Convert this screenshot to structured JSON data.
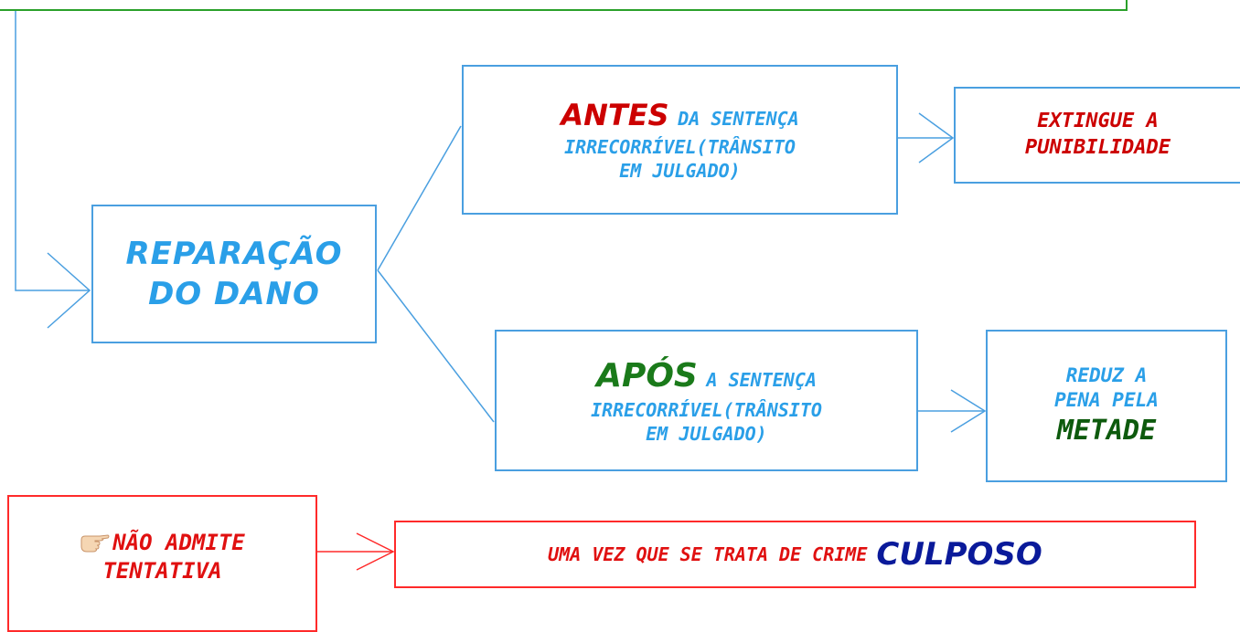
{
  "reparacao": {
    "line1": "REPARAÇÃO",
    "line2": "DO DANO"
  },
  "antes": {
    "highlight": "ANTES",
    "rest": "DA SENTENÇA",
    "line2": "IRRECORRÍVEL(TRÂNSITO",
    "line3": "EM JULGADO)"
  },
  "extingue": {
    "line1": "EXTINGUE A",
    "line2": "PUNIBILIDADE"
  },
  "apos": {
    "highlight": "APÓS",
    "rest": "A SENTENÇA",
    "line2": "IRRECORRÍVEL(TRÂNSITO",
    "line3": "EM JULGADO)"
  },
  "reduz": {
    "line1": "REDUZ A",
    "line2": "PENA PELA",
    "line3": "METADE"
  },
  "tentativa": {
    "line1": "NÃO ADMITE",
    "line2": "TENTATIVA"
  },
  "culposo": {
    "text": "UMA VEZ QUE SE TRATA DE CRIME",
    "highlight": "CULPOSO"
  },
  "icons": {
    "hand": "pointing-hand-icon"
  },
  "colors": {
    "blue": "#2a9fe8",
    "red": "#e01010",
    "green": "#1a7a1a",
    "navy": "#0a1a9a",
    "border_blue": "#4a9fe0",
    "border_red": "#ff2a2a",
    "border_green": "#2aa02a"
  }
}
